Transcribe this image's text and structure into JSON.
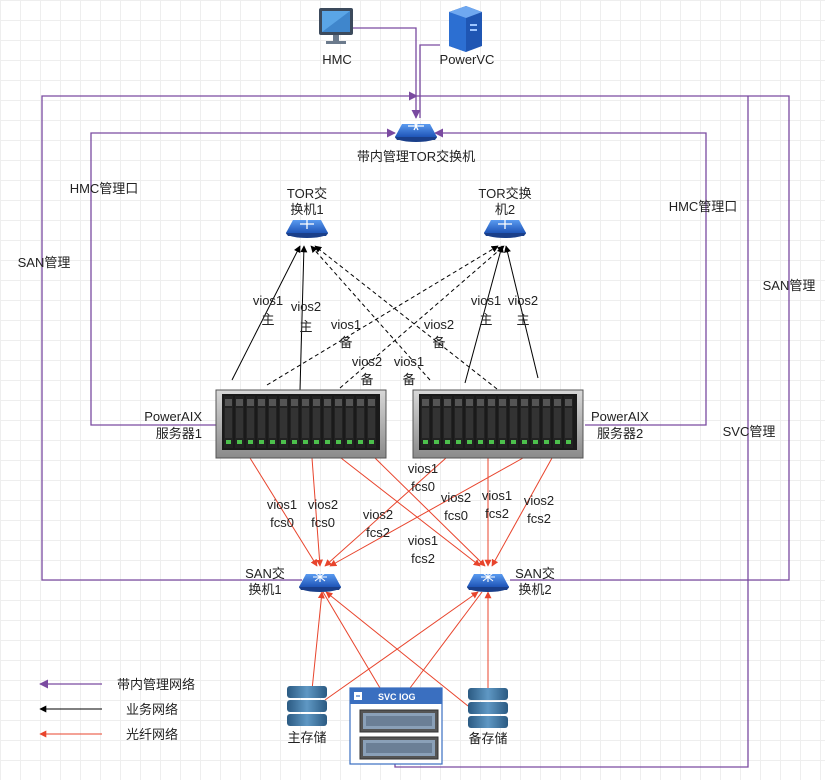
{
  "nodes": {
    "hmc": "HMC",
    "powervc": "PowerVC",
    "mgmt_switch": "带内管理TOR交换机",
    "tor1": [
      "TOR交",
      "换机1"
    ],
    "tor2": [
      "TOR交换",
      "机2"
    ],
    "server1": [
      "PowerAIX",
      "服务器1"
    ],
    "server2": [
      "PowerAIX",
      "服务器2"
    ],
    "san1": [
      "SAN交",
      "换机1"
    ],
    "san2": [
      "SAN交",
      "换机2"
    ],
    "primary_storage": "主存储",
    "backup_storage": "备存储",
    "svc": "SVC IOG"
  },
  "link_labels": {
    "hmc_port_left": "HMC管理口",
    "hmc_port_right": "HMC管理口",
    "san_mgmt_left": "SAN管理",
    "san_mgmt_right": "SAN管理",
    "svc_mgmt": "SVC管理",
    "s1_vios1_main": [
      "vios1",
      "主"
    ],
    "s1_vios2_main": [
      "vios2",
      "主"
    ],
    "s1_vios1_backup": [
      "vios1",
      "备"
    ],
    "s1_vios2_backup": [
      "vios2",
      "备"
    ],
    "s2_vios2_backup": [
      "vios2",
      "备"
    ],
    "s2_vios1_backup": [
      "vios1",
      "备"
    ],
    "s2_vios1_main": [
      "vios1",
      "主"
    ],
    "s2_vios2_main": [
      "vios2",
      "主"
    ],
    "s1_vios1_fcs0": [
      "vios1",
      "fcs0"
    ],
    "s1_vios2_fcs0": [
      "vios2",
      "fcs0"
    ],
    "s1_vios2_fcs2": [
      "vios2",
      "fcs2"
    ],
    "s1_vios1_fcs2": [
      "vios1",
      "fcs2"
    ],
    "s2_vios1_fcs0": [
      "vios1",
      "fcs0"
    ],
    "s2_vios2_fcs0": [
      "vios2",
      "fcs0"
    ],
    "s2_vios1_fcs2": [
      "vios1",
      "fcs2"
    ],
    "s2_vios2_fcs2": [
      "vios2",
      "fcs2"
    ]
  },
  "legend": [
    {
      "label": "带内管理网络",
      "color": "#7a4aa0"
    },
    {
      "label": "业务网络",
      "color": "#000000"
    },
    {
      "label": "光纤网络",
      "color": "#e8442c"
    }
  ],
  "colors": {
    "mgmt": "#7a4aa0",
    "business": "#000000",
    "fiber": "#e8442c",
    "switch_blue": "#2f6fd6"
  }
}
